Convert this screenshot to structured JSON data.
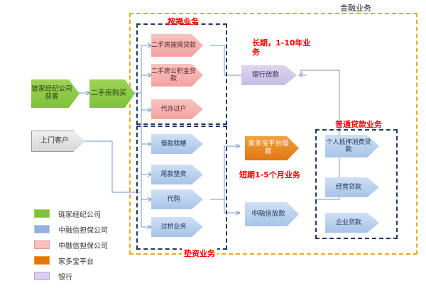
{
  "diagram": {
    "title_region": "金融业务",
    "regions": [
      {
        "id": "finance",
        "label": "金融业务"
      },
      {
        "id": "mortgage",
        "label": "按揭业务"
      },
      {
        "id": "advance",
        "label": "垫资业务"
      },
      {
        "id": "ordinary",
        "label": "普通贷款业务"
      }
    ],
    "notes": [
      {
        "id": "long-term",
        "text": "长期，1-10年业务"
      },
      {
        "id": "short-term",
        "text": "短期1-5个月业务"
      }
    ],
    "nodes": {
      "lianjia": "链家经纪公司获客",
      "resale_buy": "二手房购买",
      "walkin": "上门客户",
      "mortgage_loan": "二手房按揭贷款",
      "fund_loan": "二手房公积金贷款",
      "transfer": "代办过户",
      "redeem": "借款赎楼",
      "balance": "尾款垫资",
      "agent_buy": "代购",
      "bridge": "过桥业务",
      "bank_loan": "银行放款",
      "jdb_loan": "家多宝平台借款",
      "zrx_loan": "中融信放款",
      "personal_loan": "个人抵押消费贷款",
      "business_loan": "经营贷款",
      "corporate_loan": "企业贷款"
    },
    "legend": [
      {
        "color": "#7fc13b",
        "label": "链家经纪公司",
        "swatch": "sw-green"
      },
      {
        "color": "#8fb2e0",
        "label": "中融信担保公司",
        "swatch": "sw-blue"
      },
      {
        "color": "#f7bfbd",
        "label": "中融信担保公司",
        "swatch": "sw-pink"
      },
      {
        "color": "#e3750b",
        "label": "家多宝平台",
        "swatch": "sw-orange"
      },
      {
        "color": "#d9cef0",
        "label": "银行",
        "swatch": "sw-purple"
      }
    ],
    "colors": {
      "green": "#7fc13b",
      "blue": "#a8c4e8",
      "pink": "#f2a3a0",
      "orange": "#e07712",
      "purple": "#c7bbe4",
      "gold_border": "#f0a71a",
      "navy_border": "#1f3864",
      "pink_border": "#e8a0a6",
      "note_red": "#ff0000",
      "connector": "#7694c4"
    }
  }
}
